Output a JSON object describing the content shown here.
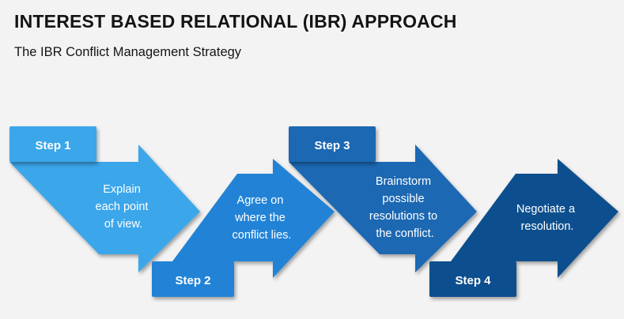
{
  "header": {
    "title": "INTEREST BASED RELATIONAL (IBR) APPROACH",
    "subtitle": "The IBR Conflict Management Strategy"
  },
  "colors": {
    "background": "#f3f3f3",
    "step1": "#3aa6ea",
    "step2": "#2483d6",
    "step3": "#1a67b3",
    "step4": "#0f4f8e"
  },
  "steps": [
    {
      "label": "Step 1",
      "lines": [
        "Explain",
        "each point",
        "of view."
      ],
      "icon": "right-arrow-shape"
    },
    {
      "label": "Step 2",
      "lines": [
        "Agree on",
        "where the",
        "conflict lies."
      ],
      "icon": "right-arrow-shape"
    },
    {
      "label": "Step 3",
      "lines": [
        "Brainstorm",
        "possible",
        "resolutions to",
        "the conflict."
      ],
      "icon": "right-arrow-shape"
    },
    {
      "label": "Step 4",
      "lines": [
        "Negotiate a",
        "resolution."
      ],
      "icon": "right-arrow-shape"
    }
  ]
}
